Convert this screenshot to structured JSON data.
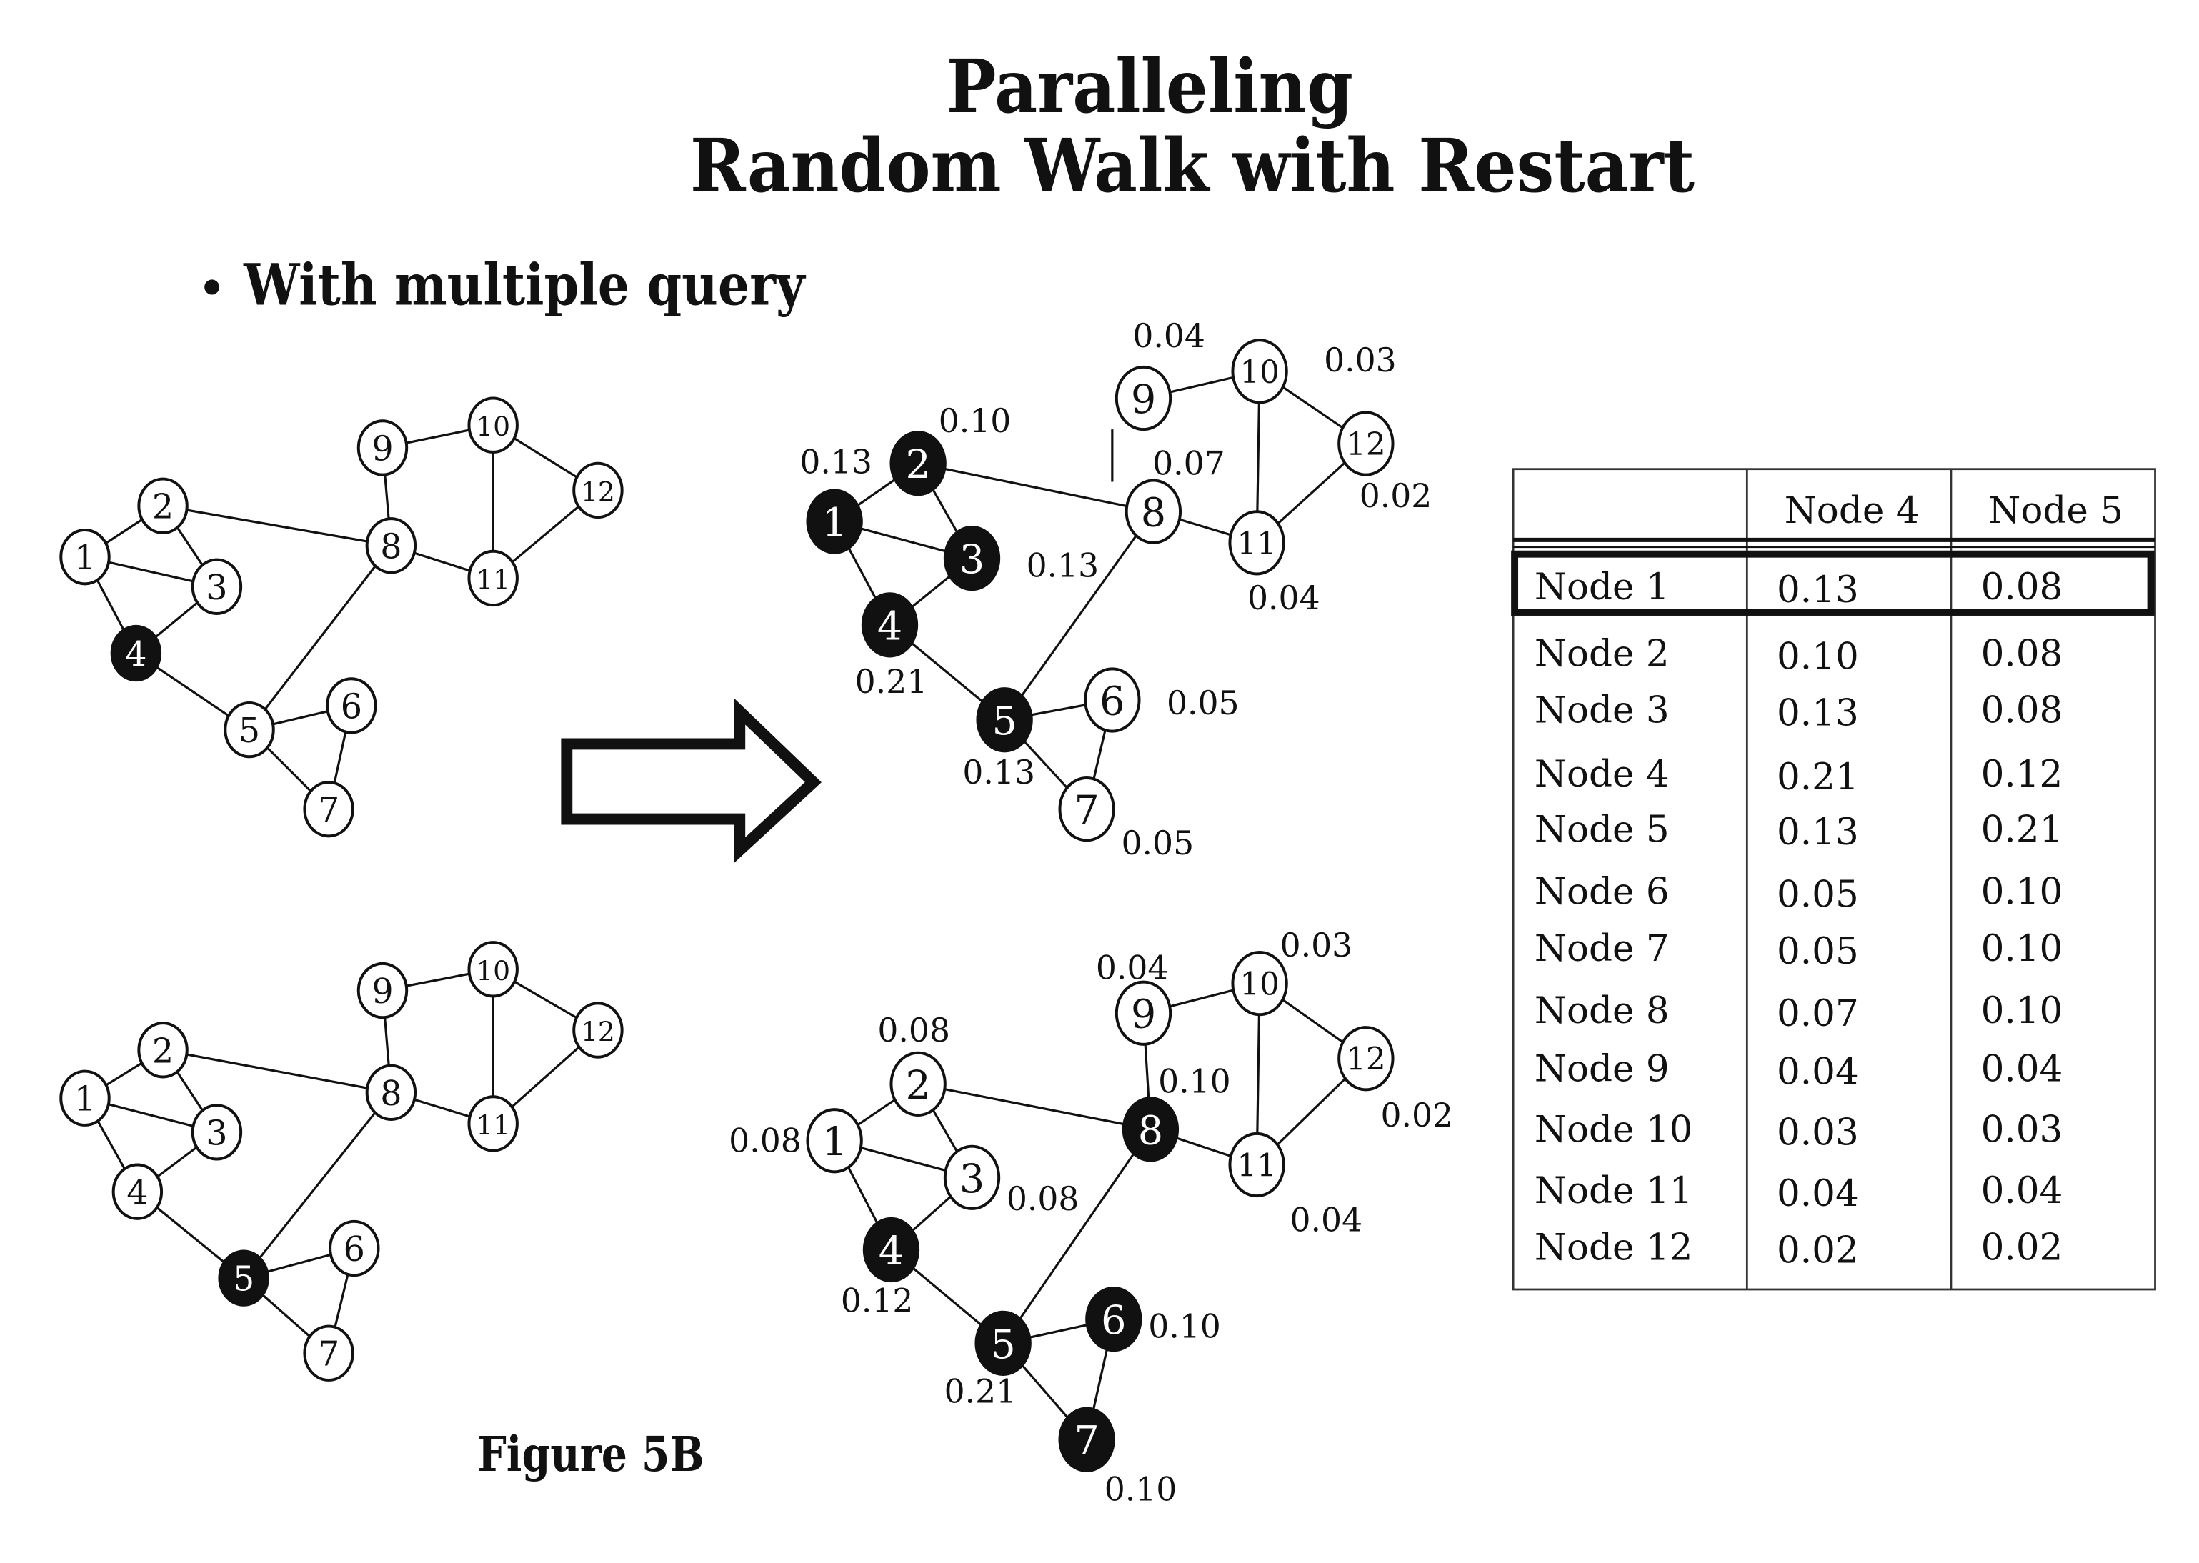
{
  "title": {
    "line1": "Paralleling",
    "line2": "Random Walk with Restart"
  },
  "bullet": {
    "symbol": "•",
    "text": "With multiple query"
  },
  "caption": "Figure 5B",
  "node_labels": [
    "1",
    "2",
    "3",
    "4",
    "5",
    "6",
    "7",
    "8",
    "9",
    "10",
    "11",
    "12"
  ],
  "colors": {
    "ink": "#111111",
    "paper": "#ffffff"
  },
  "graphs": [
    {
      "filled_nodes": [
        "4"
      ],
      "edges": [
        [
          "1",
          "2"
        ],
        [
          "1",
          "3"
        ],
        [
          "1",
          "4"
        ],
        [
          "2",
          "3"
        ],
        [
          "2",
          "8"
        ],
        [
          "3",
          "4"
        ],
        [
          "4",
          "5"
        ],
        [
          "5",
          "8"
        ],
        [
          "5",
          "6"
        ],
        [
          "5",
          "7"
        ],
        [
          "6",
          "7"
        ],
        [
          "8",
          "9"
        ],
        [
          "8",
          "11"
        ],
        [
          "9",
          "10"
        ],
        [
          "10",
          "11"
        ],
        [
          "10",
          "12"
        ],
        [
          "11",
          "12"
        ]
      ],
      "scores": {}
    },
    {
      "filled_nodes": [
        "1",
        "2",
        "3",
        "4",
        "5"
      ],
      "edges": [
        [
          "1",
          "2"
        ],
        [
          "1",
          "3"
        ],
        [
          "1",
          "4"
        ],
        [
          "2",
          "3"
        ],
        [
          "2",
          "8"
        ],
        [
          "3",
          "4"
        ],
        [
          "4",
          "5"
        ],
        [
          "5",
          "8"
        ],
        [
          "5",
          "6"
        ],
        [
          "5",
          "7"
        ],
        [
          "6",
          "7"
        ],
        [
          "8",
          "11"
        ],
        [
          "9",
          "10"
        ],
        [
          "10",
          "11"
        ],
        [
          "10",
          "12"
        ],
        [
          "11",
          "12"
        ]
      ],
      "scores": {
        "1": "0.13",
        "2": "0.10",
        "3": "0.13",
        "4": "0.21",
        "5": "0.13",
        "6": "0.05",
        "7": "0.05",
        "8": "0.07",
        "9": "0.04",
        "10": "0.03",
        "11": "0.04",
        "12": "0.02"
      }
    },
    {
      "filled_nodes": [
        "5"
      ],
      "edges": [
        [
          "1",
          "2"
        ],
        [
          "1",
          "3"
        ],
        [
          "1",
          "4"
        ],
        [
          "2",
          "3"
        ],
        [
          "2",
          "8"
        ],
        [
          "3",
          "4"
        ],
        [
          "4",
          "5"
        ],
        [
          "5",
          "8"
        ],
        [
          "5",
          "6"
        ],
        [
          "5",
          "7"
        ],
        [
          "6",
          "7"
        ],
        [
          "8",
          "9"
        ],
        [
          "8",
          "11"
        ],
        [
          "9",
          "10"
        ],
        [
          "10",
          "11"
        ],
        [
          "10",
          "12"
        ],
        [
          "11",
          "12"
        ]
      ],
      "scores": {}
    },
    {
      "filled_nodes": [
        "4",
        "5",
        "6",
        "7",
        "8"
      ],
      "edges": [
        [
          "1",
          "2"
        ],
        [
          "1",
          "3"
        ],
        [
          "1",
          "4"
        ],
        [
          "2",
          "3"
        ],
        [
          "2",
          "8"
        ],
        [
          "3",
          "4"
        ],
        [
          "4",
          "5"
        ],
        [
          "5",
          "8"
        ],
        [
          "5",
          "6"
        ],
        [
          "5",
          "7"
        ],
        [
          "6",
          "7"
        ],
        [
          "8",
          "9"
        ],
        [
          "8",
          "11"
        ],
        [
          "9",
          "10"
        ],
        [
          "10",
          "11"
        ],
        [
          "10",
          "12"
        ],
        [
          "11",
          "12"
        ]
      ],
      "scores": {
        "1": "0.08",
        "2": "0.08",
        "3": "0.08",
        "4": "0.12",
        "5": "0.21",
        "6": "0.10",
        "7": "0.10",
        "8": "0.10",
        "9": "0.04",
        "10": "0.03",
        "11": "0.04",
        "12": "0.02"
      }
    }
  ],
  "table": {
    "columns": [
      "",
      "Node 4",
      "Node 5"
    ],
    "rows": [
      {
        "label": "Node 1",
        "values": [
          "0.13",
          "0.08"
        ],
        "boxed": true
      },
      {
        "label": "Node 2",
        "values": [
          "0.10",
          "0.08"
        ]
      },
      {
        "label": "Node 3",
        "values": [
          "0.13",
          "0.08"
        ]
      },
      {
        "label": "Node 4",
        "values": [
          "0.21",
          "0.12"
        ]
      },
      {
        "label": "Node 5",
        "values": [
          "0.13",
          "0.21"
        ]
      },
      {
        "label": "Node 6",
        "values": [
          "0.05",
          "0.10"
        ]
      },
      {
        "label": "Node 7",
        "values": [
          "0.05",
          "0.10"
        ]
      },
      {
        "label": "Node 8",
        "values": [
          "0.07",
          "0.10"
        ]
      },
      {
        "label": "Node 9",
        "values": [
          "0.04",
          "0.04"
        ]
      },
      {
        "label": "Node 10",
        "values": [
          "0.03",
          "0.03"
        ]
      },
      {
        "label": "Node 11",
        "values": [
          "0.04",
          "0.04"
        ]
      },
      {
        "label": "Node 12",
        "values": [
          "0.02",
          "0.02"
        ]
      }
    ]
  }
}
